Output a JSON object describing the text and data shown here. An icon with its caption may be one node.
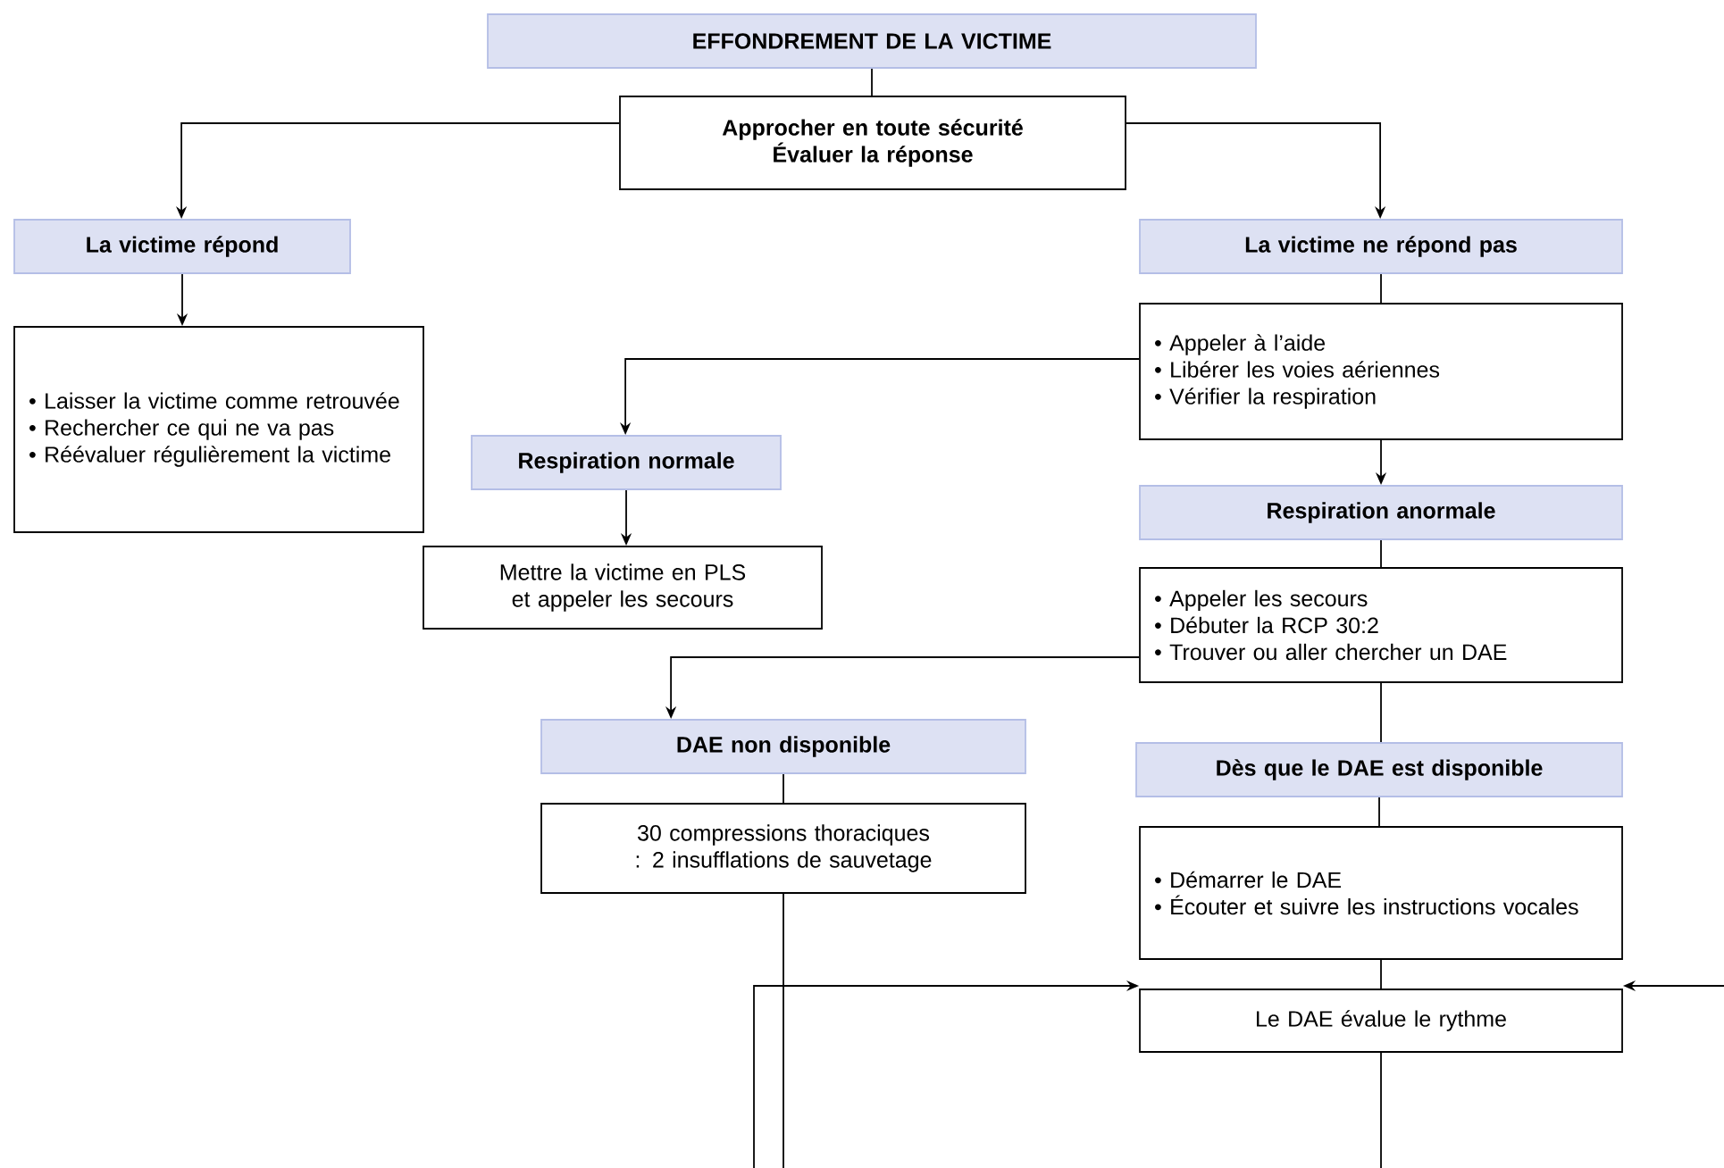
{
  "diagram": {
    "nodes": [
      {
        "text": [
          "EFFONDREMENT DE LA VICTIME"
        ]
      },
      {
        "text": [
          "Approcher en toute sécurité",
          "Évaluer la réponse"
        ]
      },
      {
        "text": [
          "La victime répond"
        ]
      },
      {
        "text": [
          "• Laisser la victime comme retrouvée",
          "• Rechercher ce qui ne va pas",
          "• Réévaluer régulièrement la victime"
        ]
      },
      {
        "text": [
          "La victime ne répond pas"
        ]
      },
      {
        "text": [
          "• Appeler à l’aide",
          "• Libérer les voies aériennes",
          "• Vérifier la respiration"
        ]
      },
      {
        "text": [
          "Respiration normale"
        ]
      },
      {
        "text": [
          "Mettre la victime en PLS et appeler les secours"
        ]
      },
      {
        "text": [
          "Respiration anormale"
        ]
      },
      {
        "text": [
          "• Appeler les secours",
          "• Débuter la RCP 30:2",
          "• Trouver ou aller chercher un DAE"
        ]
      },
      {
        "text": [
          "DAE non disponible"
        ]
      },
      {
        "text": [
          "30 compressions thoraciques : 2 insufflations de sauvetage"
        ]
      },
      {
        "text": [
          "Dès que le DAE est disponible"
        ]
      },
      {
        "text": [
          "• Démarrer le DAE",
          "• Écouter et suivre les instructions vocales"
        ]
      },
      {
        "text": [
          "Le DAE évalue le rythme"
        ]
      }
    ],
    "edges": [
      {
        "from": 0,
        "to": 1,
        "arrow": "none"
      },
      {
        "from": 1,
        "to": 2,
        "arrow": "to"
      },
      {
        "from": 1,
        "to": 4,
        "arrow": "to"
      },
      {
        "from": 2,
        "to": 3,
        "arrow": "to"
      },
      {
        "from": 4,
        "to": 5,
        "arrow": "none"
      },
      {
        "from": 5,
        "to": 6,
        "arrow": "to"
      },
      {
        "from": 5,
        "to": 8,
        "arrow": "to"
      },
      {
        "from": 6,
        "to": 7,
        "arrow": "to"
      },
      {
        "from": 8,
        "to": 9,
        "arrow": "none"
      },
      {
        "from": 9,
        "to": 10,
        "arrow": "to"
      },
      {
        "from": 9,
        "to": 12,
        "arrow": "none"
      },
      {
        "from": 10,
        "to": 11,
        "arrow": "none"
      },
      {
        "from": 12,
        "to": 13,
        "arrow": "none"
      },
      {
        "from": 13,
        "to": 14,
        "arrow": "none"
      },
      {
        "from": 11,
        "to": null,
        "arrow": "none"
      },
      {
        "from": 14,
        "to": null,
        "arrow": "none"
      },
      {
        "from": null,
        "to": 14,
        "arrow": "to"
      },
      {
        "from": null,
        "to": 14,
        "arrow": "to"
      }
    ]
  }
}
